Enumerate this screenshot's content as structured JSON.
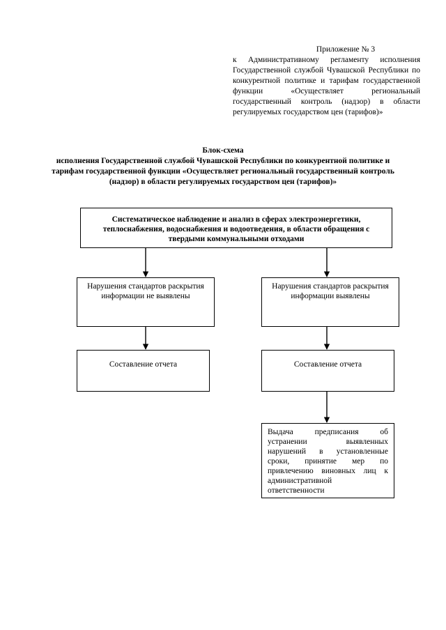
{
  "appendix": {
    "number": "Приложение № 3",
    "text": "к Административному регламенту исполнения Государственной службой Чувашской Республики по конкурентной политике и тарифам государственной функции «Осуществляет региональный государственный контроль (надзор) в области регулируемых государством цен (тарифов)»"
  },
  "title": {
    "heading": "Блок-схема",
    "subtitle": "исполнения Государственной службой Чувашской Республики по конкурентной политике и тарифам государственной функции «Осуществляет региональный государственный контроль (надзор) в области регулируемых государством цен (тарифов)»"
  },
  "flow": {
    "top": "Систематическое наблюдение и анализ в сферах электроэнергетики, теплоснабжения, водоснабжения и водоотведения, в области обращения с твердыми коммунальными отходами",
    "left_1": "Нарушения стандартов раскрытия информации не выявлены",
    "right_1": "Нарушения стандартов раскрытия информации выявлены",
    "left_2": "Составление отчета",
    "right_2": "Составление отчета",
    "right_3": "Выдача предписания об устранении выявленных нарушений в установленные сроки, принятие мер по привлечению виновных лиц к административной ответственности"
  }
}
